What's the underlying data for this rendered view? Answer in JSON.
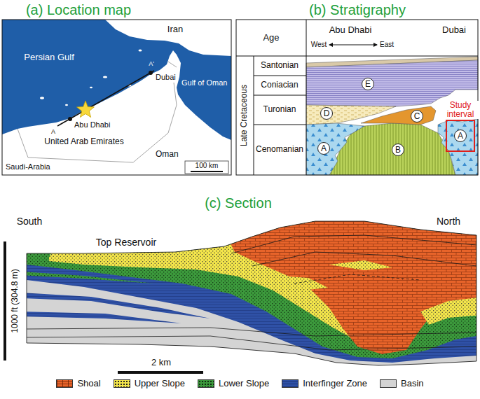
{
  "diagram": {
    "nodes": [
      {
        "text": [
          "E"
        ]
      },
      {
        "text": [
          "D"
        ]
      },
      {
        "text": [
          "C"
        ]
      },
      {
        "text": [
          "Study interval"
        ]
      },
      {
        "text": [
          "A"
        ]
      },
      {
        "text": [
          "B"
        ]
      },
      {
        "text": [
          "A"
        ],
        "in": 3
      }
    ],
    "labels": [
      "(a) Location map",
      "(b) Stratigraphy",
      "Iran",
      "Persian Gulf",
      "A'",
      "Dubai",
      "Gulf of Oman",
      "Abu Dhabi",
      "A",
      "United Arab Emirates",
      "Oman",
      "Saudi-Arabia",
      "100 km",
      "Abu Dhabi",
      "Dubai",
      "Age",
      "West",
      "East",
      "Late Cretaceous",
      "Santonian",
      "Coniacian",
      "Turonian",
      "Cenomanian",
      "(c) Section",
      "South",
      "North",
      "Top Reservoir",
      "1000 ft (304.8 m)",
      "2 km"
    ],
    "legend": [
      {
        "text": "Shoal",
        "color": "#e8642a"
      },
      {
        "text": "Upper Slope",
        "color": "#f4e64b"
      },
      {
        "text": "Lower Slope",
        "color": "#3c9a3c"
      },
      {
        "text": "Interfinger Zone",
        "color": "#2f51a6"
      },
      {
        "text": "Basin",
        "color": "#d4d4d4"
      }
    ]
  }
}
